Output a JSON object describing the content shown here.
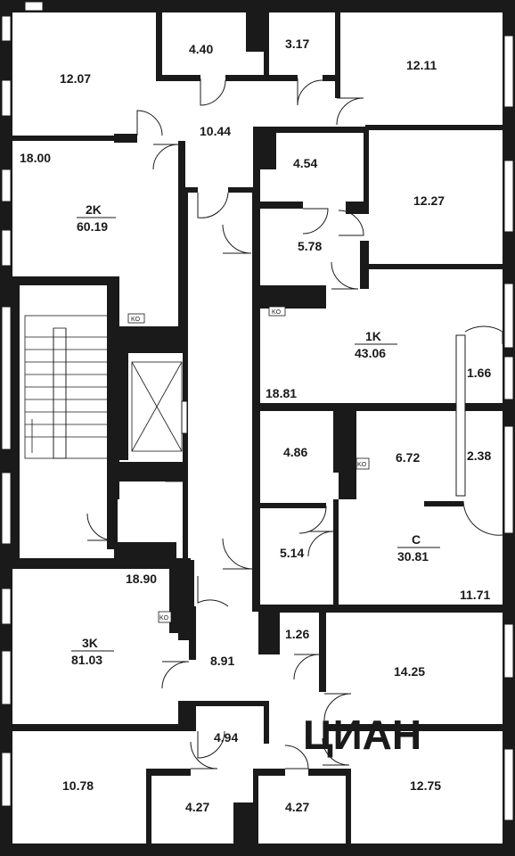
{
  "rooms": {
    "r12_07": "12.07",
    "r4_40": "4.40",
    "r3_17": "3.17",
    "r12_11": "12.11",
    "r10_44": "10.44",
    "r18_00": "18.00",
    "r4_54": "4.54",
    "r12_27": "12.27",
    "r5_78": "5.78",
    "r1_66": "1.66",
    "r18_81": "18.81",
    "r4_86": "4.86",
    "r6_72": "6.72",
    "r2_38": "2.38",
    "r5_14": "5.14",
    "r11_71": "11.71",
    "r18_90": "18.90",
    "r8_91": "8.91",
    "r1_26": "1.26",
    "r14_25": "14.25",
    "r4_94": "4.94",
    "r10_78": "10.78",
    "r4_27a": "4.27",
    "r4_27b": "4.27",
    "r12_75": "12.75"
  },
  "apartments": {
    "a2k": {
      "type": "2K",
      "area": "60.19"
    },
    "a1k": {
      "type": "1K",
      "area": "43.06"
    },
    "ac": {
      "type": "C",
      "area": "30.81"
    },
    "a3k": {
      "type": "3K",
      "area": "81.03"
    }
  },
  "ko_label": "KO",
  "watermark": "ЦИАН",
  "colors": {
    "wall": "#1a1a1a",
    "background": "#ffffff",
    "watermark": "#d8d8d8"
  }
}
